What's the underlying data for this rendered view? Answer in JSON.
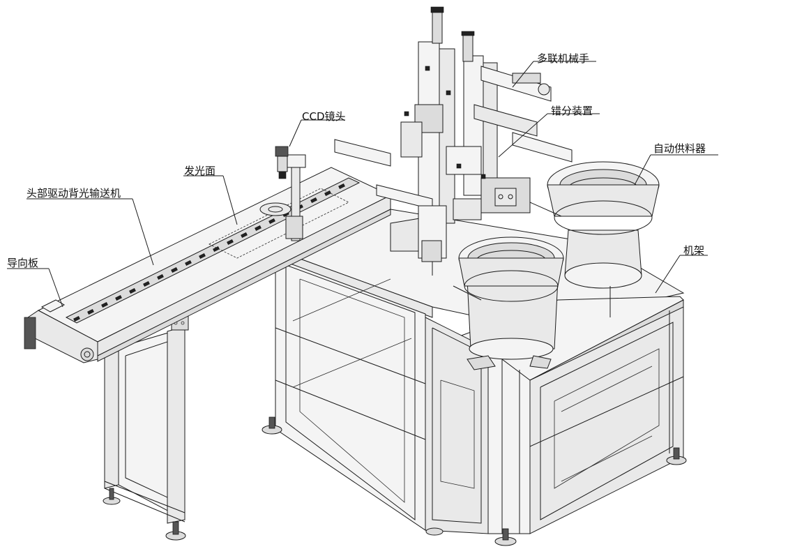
{
  "labels": {
    "robot_arm": "多联机械手",
    "ccd_lens": "CCD镜头",
    "dislocation_device": "错分装置",
    "auto_feeder": "自动供料器",
    "light_surface": "发光面",
    "head_drive_backlight_conveyor": "头部驱动背光输送机",
    "guide_plate": "导向板",
    "machine_frame": "机架"
  }
}
